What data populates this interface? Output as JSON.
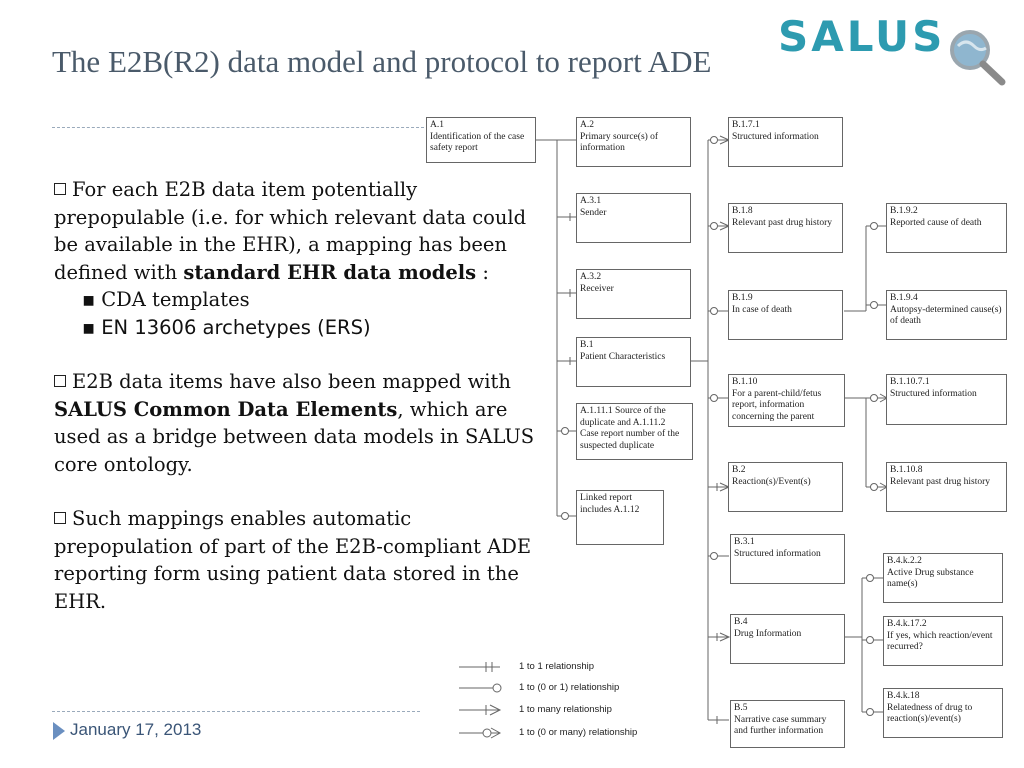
{
  "slide": {
    "title": "The E2B(R2) data model and protocol to report ADE",
    "logo_text": "SALUS",
    "date": "January 17, 2013"
  },
  "content": {
    "p1_text": "For each E2B data item potentially prepopulable (i.e. for which relevant data could be available in  the EHR), a mapping has been defined with ",
    "p1_bold": "standard EHR data models",
    "p1_tail": " :",
    "bullets": [
      "CDA templates",
      "EN 13606 archetypes (ERS)"
    ],
    "p2_text": "E2B data items have also been mapped with ",
    "p2_bold": "SALUS Common Data Elements",
    "p2_tail": ", which are used as a bridge between data models in SALUS core ontology.",
    "p3_text": "Such mappings enables automatic prepopulation of part of the E2B-compliant ADE reporting form using patient data stored in the EHR."
  },
  "diagram": {
    "boxes": {
      "a1": [
        "A.1",
        "Identification of the case",
        "safety report"
      ],
      "a2": [
        "A.2",
        "Primary source(s) of",
        "information"
      ],
      "a31": [
        "A.3.1",
        "Sender"
      ],
      "a32": [
        "A.3.2",
        "Receiver"
      ],
      "b1": [
        "B.1",
        "Patient Characteristics"
      ],
      "a1111": [
        "A.1.11.1 Source of the",
        "duplicate and A.1.11.2",
        "Case report number of the",
        "suspected duplicate"
      ],
      "linked": [
        "Linked report",
        "includes A.1.12"
      ],
      "b171": [
        "B.1.7.1",
        "Structured information"
      ],
      "b18": [
        "B.1.8",
        "Relevant past drug history"
      ],
      "b19": [
        "B.1.9",
        "In case of death"
      ],
      "b110": [
        "B.1.10",
        "For a parent-child/fetus",
        "report, information",
        "concerning the parent"
      ],
      "b2": [
        "B.2",
        "Reaction(s)/Event(s)"
      ],
      "b31": [
        "B.3.1",
        "Structured information"
      ],
      "b4": [
        "B.4",
        "Drug Information"
      ],
      "b5": [
        "B.5",
        "Narrative case summary",
        " and further information"
      ],
      "b192": [
        "B.1.9.2",
        "Reported cause of death"
      ],
      "b194": [
        "B.1.9.4",
        "Autopsy-determined cause(s)",
        "of death"
      ],
      "b11071": [
        "B.1.10.7.1",
        "Structured information"
      ],
      "b1108": [
        "B.1.10.8",
        "Relevant past drug history"
      ],
      "b4k22": [
        "B.4.k.2.2",
        "Active Drug substance",
        "name(s)"
      ],
      "b4k172": [
        "B.4.k.17.2",
        "If yes, which reaction/event",
        "recurred?"
      ],
      "b4k18": [
        "B.4.k.18",
        "Relatedness of drug to",
        "reaction(s)/event(s)"
      ]
    },
    "legend": [
      "1 to 1 relationship",
      "1 to (0 or 1) relationship",
      "1 to many relationship",
      "1 to (0 or many) relationship"
    ]
  }
}
